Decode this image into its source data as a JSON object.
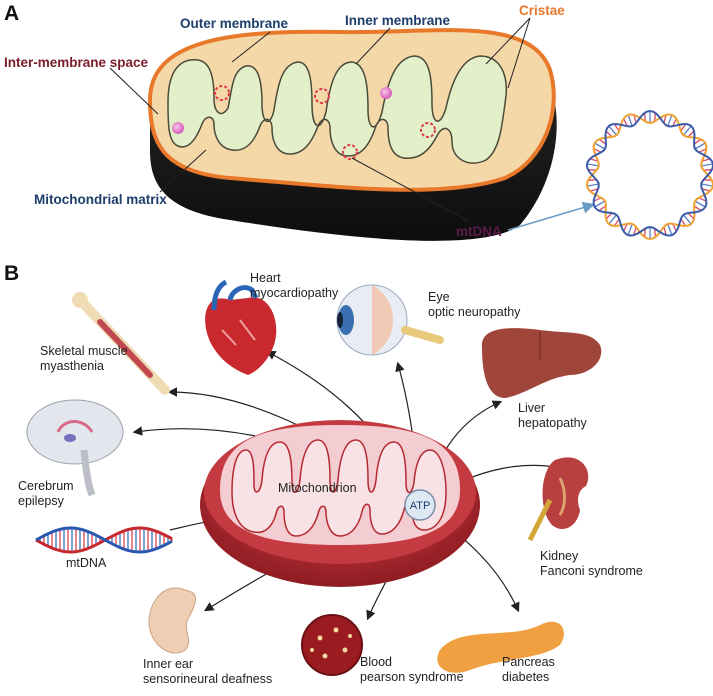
{
  "panel_a": {
    "letter": "A",
    "labels": {
      "outer_membrane": "Outer membrane",
      "inner_membrane": "Inner membrane",
      "cristae": "Cristae",
      "intermembrane_space": "Inter-membrane space",
      "matrix": "Mitochondrial matrix",
      "mtdna": "mtDNA"
    },
    "colors": {
      "outer_membrane": "#e8782a",
      "matrix": "#e3efc9",
      "label_dark_red": "#7b1c2c",
      "label_navy": "#1d3d6b",
      "label_orange": "#e8782a",
      "label_purple": "#5a1a4a"
    }
  },
  "panel_b": {
    "letter": "B",
    "center_label": "Mitochondrion",
    "atp_label": "ATP",
    "mtdna_label": "mtDNA",
    "organs": [
      {
        "id": "heart",
        "line1": "Heart",
        "line2": "myocardiopathy"
      },
      {
        "id": "eye",
        "line1": "Eye",
        "line2": "optic neuropathy"
      },
      {
        "id": "skeletal-muscle",
        "line1": "Skeletal muscle",
        "line2": "myasthenia"
      },
      {
        "id": "liver",
        "line1": "Liver",
        "line2": "hepatopathy"
      },
      {
        "id": "cerebrum",
        "line1": "Cerebrum",
        "line2": "epilepsy"
      },
      {
        "id": "kidney",
        "line1": "Kidney",
        "line2": "Fanconi syndrome"
      },
      {
        "id": "inner-ear",
        "line1": "Inner ear",
        "line2": "sensorineural deafness"
      },
      {
        "id": "blood",
        "line1": "Blood",
        "line2": "pearson syndrome"
      },
      {
        "id": "pancreas",
        "line1": "Pancreas",
        "line2": "diabetes"
      }
    ],
    "colors": {
      "mito_dark": "#b52a31",
      "mito_light": "#f4cdd2",
      "atp_fill": "#dde8f3"
    }
  }
}
